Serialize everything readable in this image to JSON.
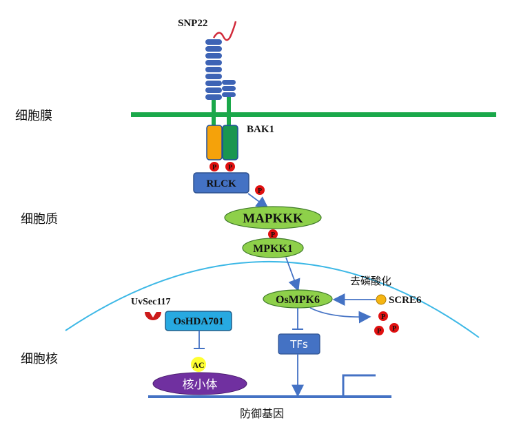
{
  "labels": {
    "membrane": "细胞膜",
    "cytoplasm": "细胞质",
    "nucleus": "细胞核",
    "snp": "SNP22",
    "bak1": "BAK1",
    "rlck": "RLCK",
    "mapkkk": "MAPKKK",
    "mpkk1": "MPKK1",
    "osmpk6": "OsMPK6",
    "dephos": "去磷酸化",
    "scre6": "SCRE6",
    "uvsec": "UvSec117",
    "oshda": "OsHDA701",
    "ac": "AC",
    "nucleolus": "核小体",
    "tfs": "TFs",
    "defense_gene": "防御基因",
    "phospho": "P"
  },
  "colors": {
    "membrane": "#1aa84a",
    "receptor_blue": "#3d63b5",
    "orange": "#f5a20a",
    "green_box": "#1a9650",
    "node_green": "#8ed04a",
    "node_green_border": "#3f7a2a",
    "blue_box": "#4472c4",
    "cyan_box": "#27a9e1",
    "purple": "#7030a0",
    "phospho_red": "#e01010",
    "nuclear_envelope": "#3db8e6",
    "scre_dot": "#f5b512",
    "uvsec_red": "#cc1b1b"
  }
}
